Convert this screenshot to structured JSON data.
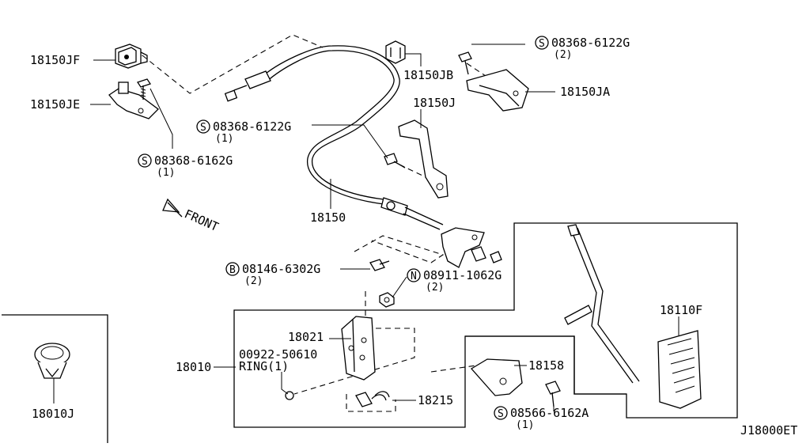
{
  "diagram": {
    "code": "J18000ET",
    "front": "FRONT",
    "labels": {
      "p18150jf": "18150JF",
      "p18150je": "18150JE",
      "bolt_6162_top": "08368-6162G",
      "bolt_6162_top_qty": "(1)",
      "bolt_6122_mid": "08368-6122G",
      "bolt_6122_mid_qty": "(1)",
      "p18150jb": "18150JB",
      "bolt_6122_top": "08368-6122G",
      "bolt_6122_top_qty": "(2)",
      "p18150ja": "18150JA",
      "p18150j": "18150J",
      "p18150": "18150",
      "bolt_6302": "08146-6302G",
      "bolt_6302_qty": "(2)",
      "nut_1062": "08911-1062G",
      "nut_1062_qty": "(2)",
      "p18021": "18021",
      "ring_no": "00922-50610",
      "ring": "RING(1)",
      "p18010": "18010",
      "p18158": "18158",
      "p18110f": "18110F",
      "p18215": "18215",
      "bolt_6162a": "08566-6162A",
      "bolt_6162a_qty": "(1)",
      "p18010j": "18010J"
    },
    "markers": {
      "s": "S",
      "b": "B",
      "n": "N"
    }
  }
}
